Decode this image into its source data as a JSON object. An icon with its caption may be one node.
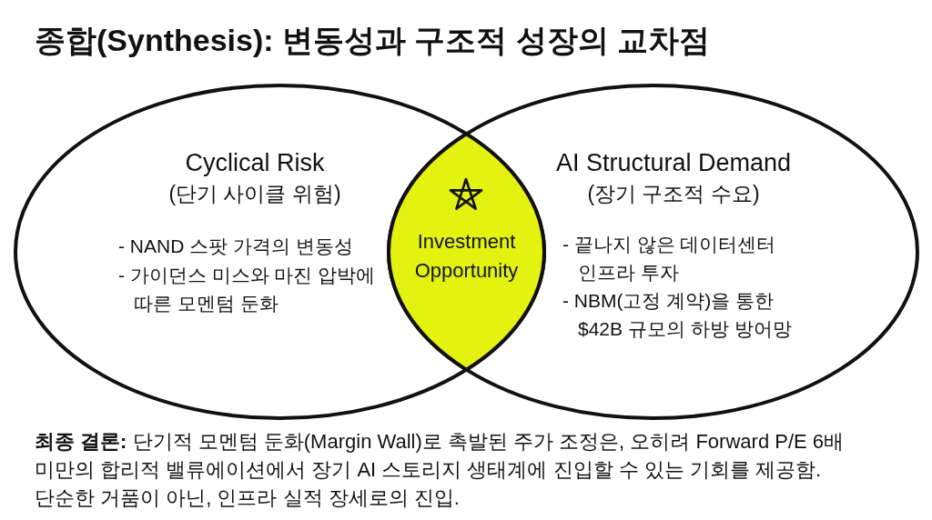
{
  "diagram": {
    "title": "종합(Synthesis): 변동성과 구조적 성장의 교차점",
    "nodes": [
      {
        "text": [
          "Cyclical Risk",
          "(단기 사이클 위험)",
          "- NAND 스팟 가격의 변동성",
          "- 가이던스 미스와 마진 압박에 따른 모멘텀 둔화"
        ]
      },
      {
        "text": [
          "Investment Opportunity"
        ]
      },
      {
        "text": [
          "AI Structural Demand",
          "(장기 구조적 수요)",
          "- 끝나지 않은 데이터센터 인프라 투자",
          "- NBM(고정 계약)을 통한 $42B 규모의 하방 방어망"
        ]
      }
    ],
    "caption": "**최종 결론:** 단기적 모멘텀 둔화(Margin Wall)로 촉발된 주가 조정은, 오히려 Forward P/E 6배 미만의 합리적 밸류에이션에서 장기 AI 스토리지 생태계에 진입할 수 있는 기회를 제공함.",
    "labels": [
      "단순한 거품이 아닌, 인프라 실적 장세로의 진입."
    ]
  }
}
